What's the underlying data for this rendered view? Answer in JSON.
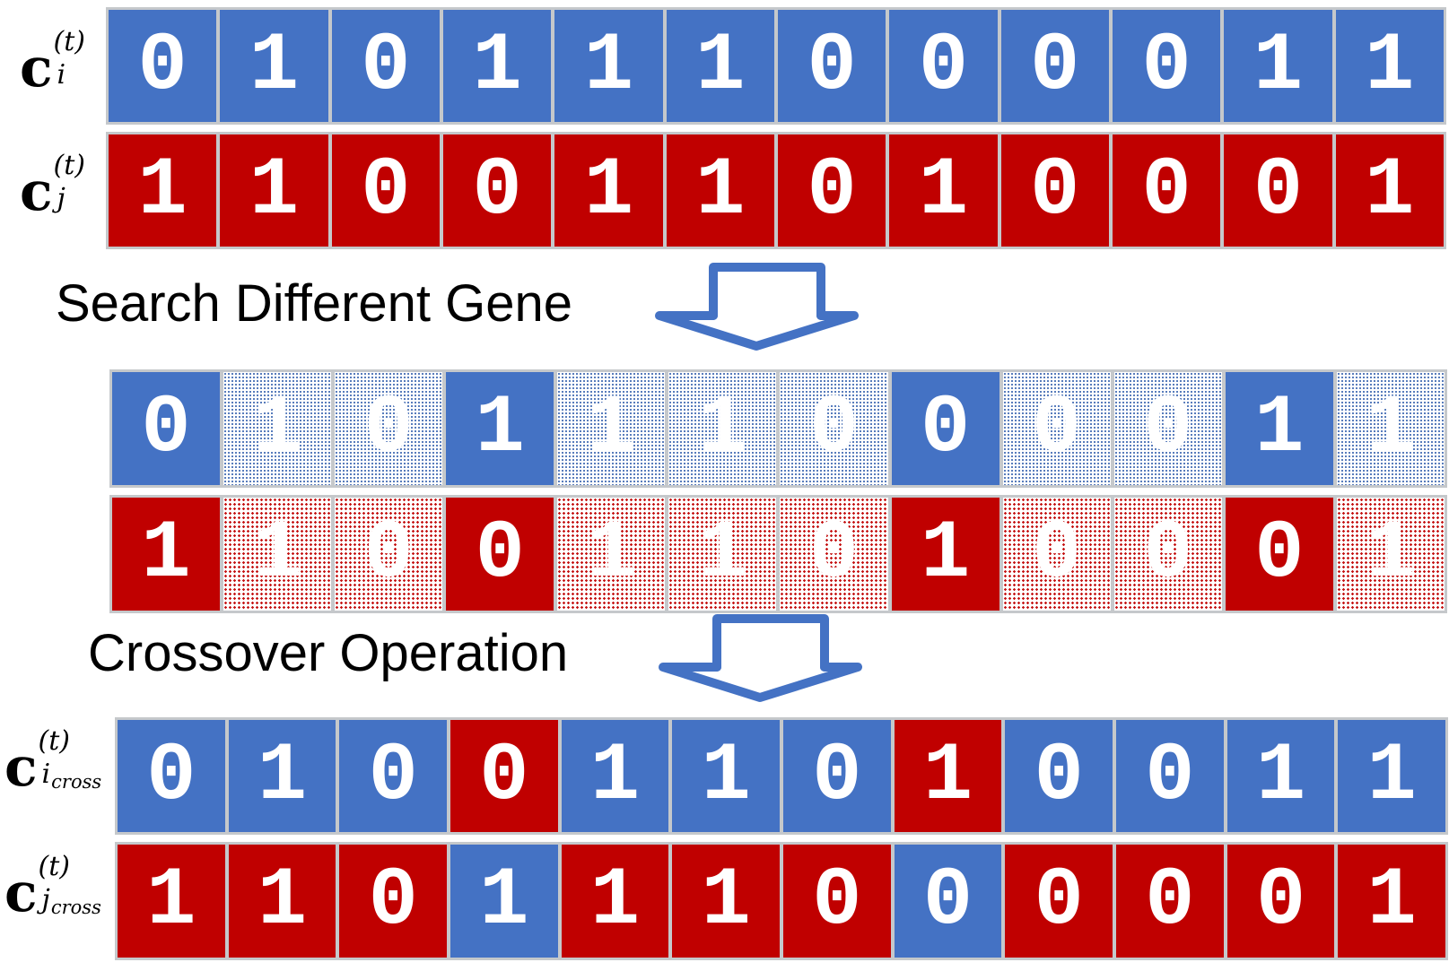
{
  "figure": {
    "step1_label": "Search Different Gene",
    "step2_label": "Crossover Operation"
  },
  "colors": {
    "blue": "#4472C4",
    "red": "#C00000",
    "border": "#C5C8CB",
    "digit": "#FFFFFF",
    "caption_text": "#000000",
    "arrow": "#4472C4"
  },
  "icons": [
    {
      "name": "down-arrow-icon",
      "meaning": "process flows downward",
      "color": "#4472C4"
    }
  ],
  "row_labels": [
    {
      "id": "label-parent-i",
      "base": "c",
      "sup": "(t)",
      "sub": "i",
      "subsub": ""
    },
    {
      "id": "label-parent-j",
      "base": "c",
      "sup": "(t)",
      "sub": "j",
      "subsub": ""
    },
    {
      "id": "label-child-i",
      "base": "c",
      "sup": "(t)",
      "sub": "i",
      "subsub": "cross"
    },
    {
      "id": "label-child-j",
      "base": "c",
      "sup": "(t)",
      "sub": "j",
      "subsub": "cross"
    }
  ],
  "rows": [
    {
      "id": "parent-i",
      "values": [
        "0",
        "1",
        "0",
        "1",
        "1",
        "1",
        "0",
        "0",
        "0",
        "0",
        "1",
        "1"
      ],
      "cell_colors": [
        "blue",
        "blue",
        "blue",
        "blue",
        "blue",
        "blue",
        "blue",
        "blue",
        "blue",
        "blue",
        "blue",
        "blue"
      ],
      "cell_styles": [
        "solid",
        "solid",
        "solid",
        "solid",
        "solid",
        "solid",
        "solid",
        "solid",
        "solid",
        "solid",
        "solid",
        "solid"
      ]
    },
    {
      "id": "parent-j",
      "values": [
        "1",
        "1",
        "0",
        "0",
        "1",
        "1",
        "0",
        "1",
        "0",
        "0",
        "0",
        "1"
      ],
      "cell_colors": [
        "red",
        "red",
        "red",
        "red",
        "red",
        "red",
        "red",
        "red",
        "red",
        "red",
        "red",
        "red"
      ],
      "cell_styles": [
        "solid",
        "solid",
        "solid",
        "solid",
        "solid",
        "solid",
        "solid",
        "solid",
        "solid",
        "solid",
        "solid",
        "solid"
      ]
    },
    {
      "id": "diff-i",
      "values": [
        "0",
        "1",
        "0",
        "1",
        "1",
        "1",
        "0",
        "0",
        "0",
        "0",
        "1",
        "1"
      ],
      "cell_colors": [
        "blue",
        "blue",
        "blue",
        "blue",
        "blue",
        "blue",
        "blue",
        "blue",
        "blue",
        "blue",
        "blue",
        "blue"
      ],
      "cell_styles": [
        "solid",
        "faded",
        "faded",
        "solid",
        "faded",
        "faded",
        "faded",
        "solid",
        "faded",
        "faded",
        "solid",
        "faded"
      ]
    },
    {
      "id": "diff-j",
      "values": [
        "1",
        "1",
        "0",
        "0",
        "1",
        "1",
        "0",
        "1",
        "0",
        "0",
        "0",
        "1"
      ],
      "cell_colors": [
        "red",
        "red",
        "red",
        "red",
        "red",
        "red",
        "red",
        "red",
        "red",
        "red",
        "red",
        "red"
      ],
      "cell_styles": [
        "solid",
        "faded",
        "faded",
        "solid",
        "faded",
        "faded",
        "faded",
        "solid",
        "faded",
        "faded",
        "solid",
        "faded"
      ]
    },
    {
      "id": "child-i",
      "values": [
        "0",
        "1",
        "0",
        "0",
        "1",
        "1",
        "0",
        "1",
        "0",
        "0",
        "1",
        "1"
      ],
      "cell_colors": [
        "blue",
        "blue",
        "blue",
        "red",
        "blue",
        "blue",
        "blue",
        "red",
        "blue",
        "blue",
        "blue",
        "blue"
      ],
      "cell_styles": [
        "solid",
        "solid",
        "solid",
        "solid",
        "solid",
        "solid",
        "solid",
        "solid",
        "solid",
        "solid",
        "solid",
        "solid"
      ]
    },
    {
      "id": "child-j",
      "values": [
        "1",
        "1",
        "0",
        "1",
        "1",
        "1",
        "0",
        "0",
        "0",
        "0",
        "0",
        "1"
      ],
      "cell_colors": [
        "red",
        "red",
        "red",
        "blue",
        "red",
        "red",
        "red",
        "blue",
        "red",
        "red",
        "red",
        "red"
      ],
      "cell_styles": [
        "solid",
        "solid",
        "solid",
        "solid",
        "solid",
        "solid",
        "solid",
        "solid",
        "solid",
        "solid",
        "solid",
        "solid"
      ]
    }
  ]
}
